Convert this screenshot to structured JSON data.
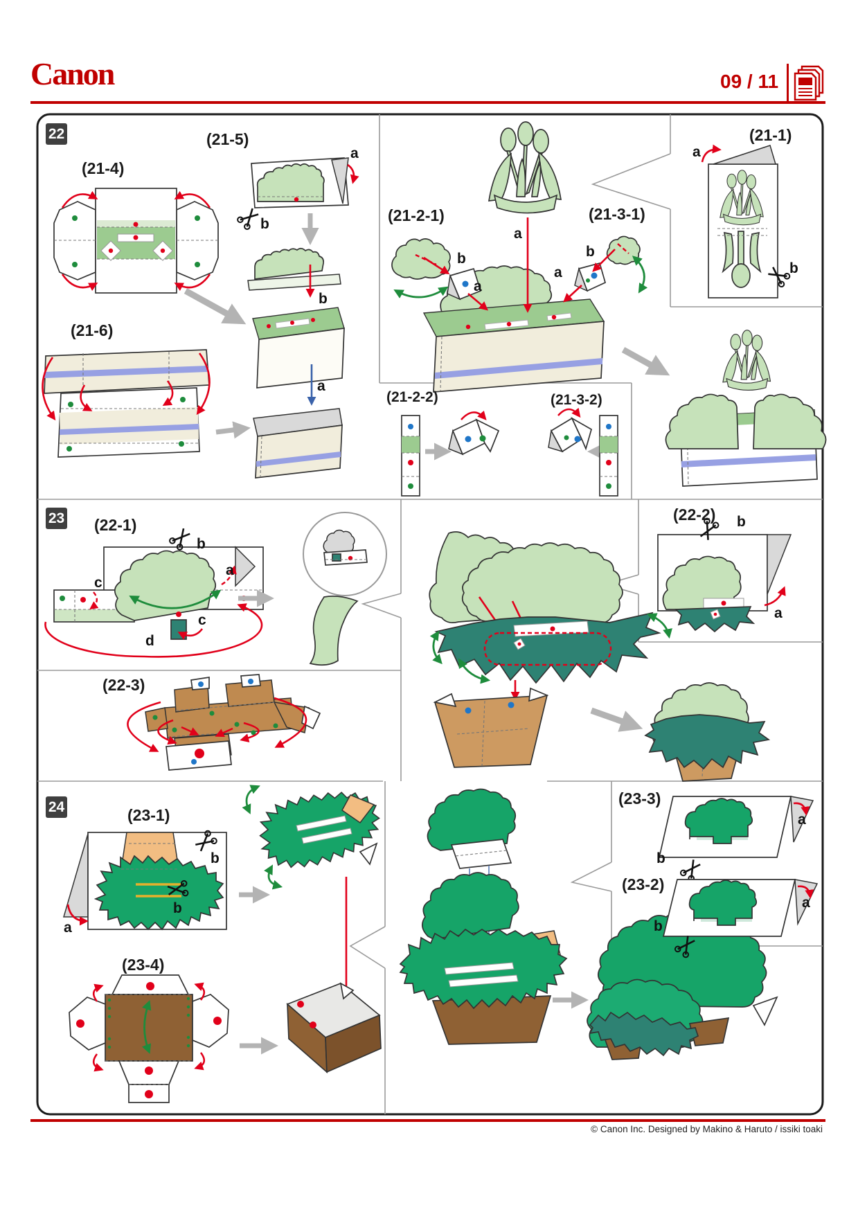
{
  "header": {
    "brand": "Canon",
    "page_indicator": "09 / 11",
    "pages_icon": "stacked-pages-icon"
  },
  "sections": [
    {
      "step": "22",
      "part_labels": {
        "p21_4": "(21-4)",
        "p21_5": "(21-5)",
        "p21_6": "(21-6)",
        "p21_2_1": "(21-2-1)",
        "p21_3_1": "(21-3-1)",
        "p21_1": "(21-1)",
        "p21_2_2": "(21-2-2)",
        "p21_3_2": "(21-3-2)"
      }
    },
    {
      "step": "23",
      "part_labels": {
        "p22_1": "(22-1)",
        "p22_2": "(22-2)",
        "p22_3": "(22-3)"
      }
    },
    {
      "step": "24",
      "part_labels": {
        "p23_1": "(23-1)",
        "p23_2": "(23-2)",
        "p23_3": "(23-3)",
        "p23_4": "(23-4)"
      }
    }
  ],
  "annotations": {
    "a": "a",
    "b": "b",
    "c": "c",
    "d": "d"
  },
  "icons": {
    "pages": "stacked-pages-icon",
    "scissors": "scissors-icon"
  },
  "colors": {
    "canon_red": "#c00000",
    "marker_red": "#e1001a",
    "marker_green": "#1e8c3c",
    "marker_blue": "#1f76c8",
    "foliage_light": "#c6e2ba",
    "foliage_mid": "#9ccb90",
    "teal_green": "#2e8273",
    "bright_green": "#16a468",
    "cream": "#f1eddc",
    "lavender_stripe": "#97a0e3",
    "basket_tan": "#cd9a61",
    "tray_brown": "#8f6134",
    "trunk_tan": "#f2bd82"
  },
  "footer": {
    "copyright": "© Canon Inc. Designed by Makino & Haruto / issiki toaki"
  }
}
